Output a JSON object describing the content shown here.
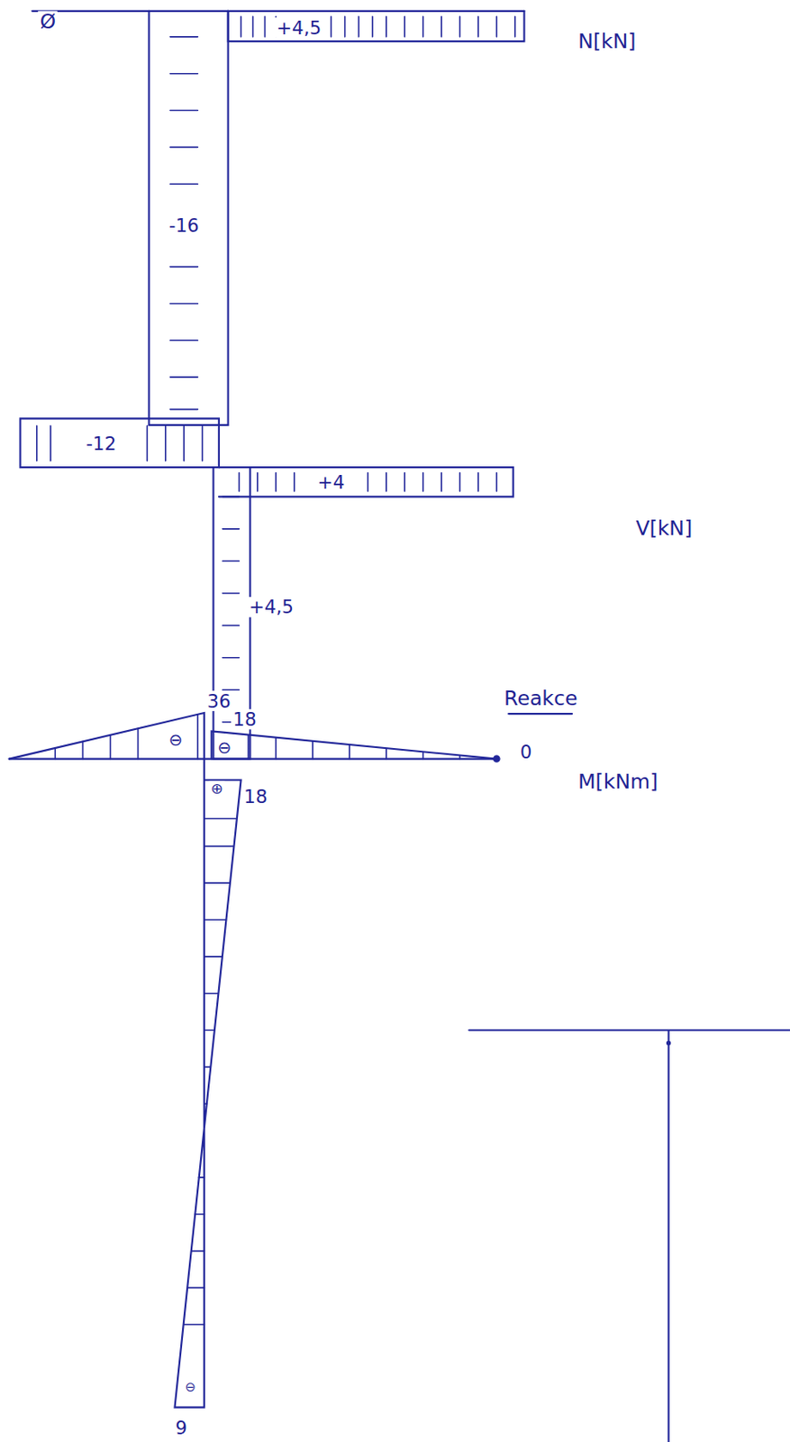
{
  "diagram": {
    "labels": [
      "Ø",
      "+4,5",
      "N[kN]",
      "-16",
      "-12",
      "+4",
      "V[kN]",
      "+4,5",
      "36",
      "18",
      "⊖",
      "⊖",
      "0",
      "M[kNm]",
      "⊕",
      "18",
      "⊖",
      "9",
      "Reakce"
    ]
  }
}
